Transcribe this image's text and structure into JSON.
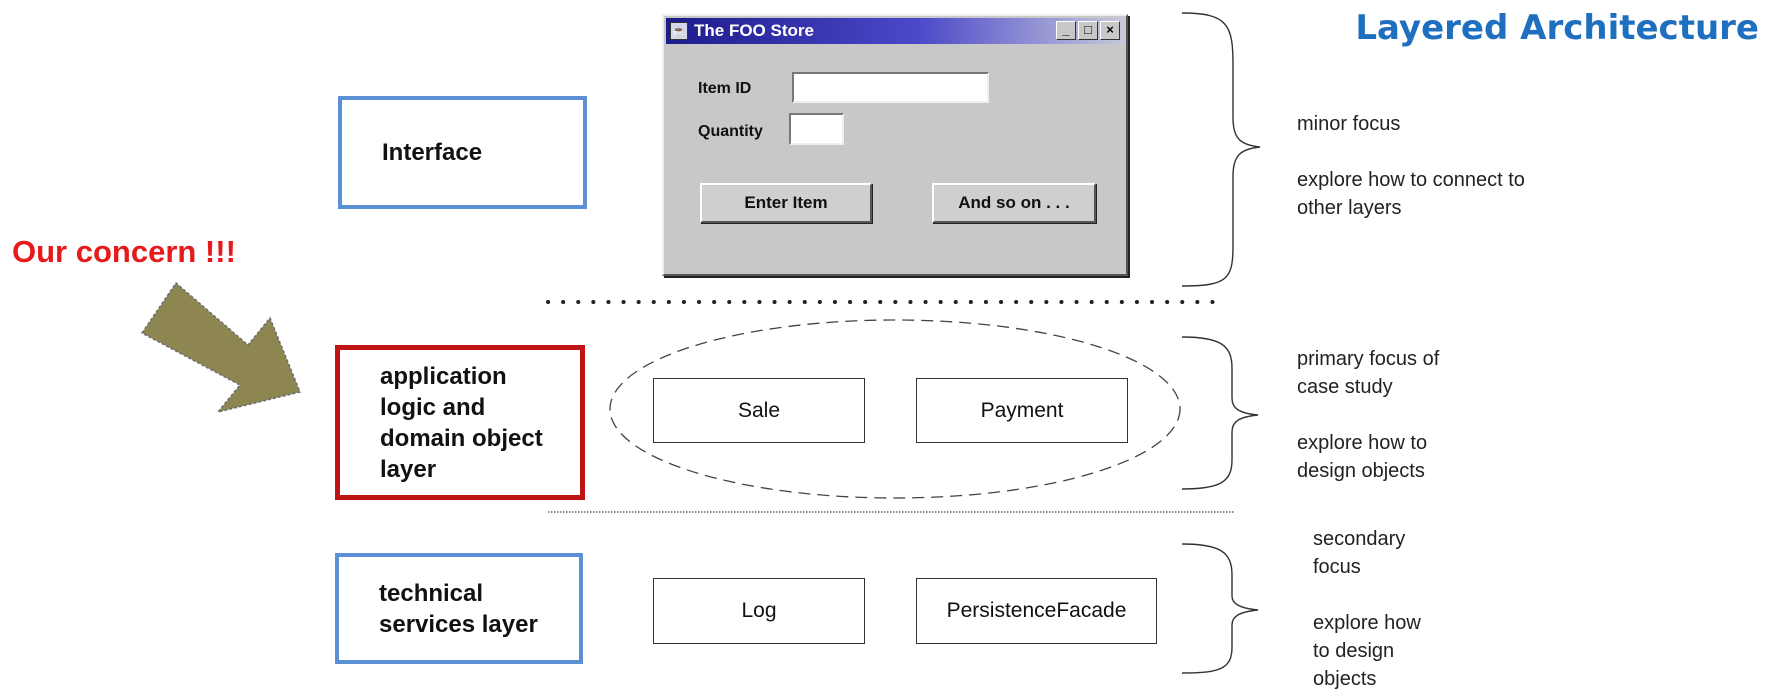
{
  "title": "Layered Architecture",
  "concern_label": "Our concern !!!",
  "colors": {
    "title": "#1f6fc0",
    "concern": "#e61a1a",
    "arrow": "#8e8650",
    "layer_border": "#5b8fd6",
    "focus_border": "#c01414"
  },
  "layers": {
    "interface": "Interface",
    "application": "application\nlogic and\ndomain object\nlayer",
    "technical": "technical\nservices layer"
  },
  "window": {
    "title": "The FOO Store",
    "controls": [
      "_",
      "□",
      "×"
    ],
    "item_id_label": "Item ID",
    "item_id_value": "",
    "quantity_label": "Quantity",
    "quantity_value": "",
    "enter_button": "Enter Item",
    "more_button": "And so on . . ."
  },
  "objects": {
    "sale": "Sale",
    "payment": "Payment",
    "log": "Log",
    "persistence": "PersistenceFacade"
  },
  "notes": {
    "interface": "minor focus\n\nexplore how to connect to\nother layers",
    "application": "primary focus of\ncase study\n\nexplore how to\ndesign objects",
    "technical": "secondary\nfocus\n\nexplore how\nto design\nobjects"
  }
}
